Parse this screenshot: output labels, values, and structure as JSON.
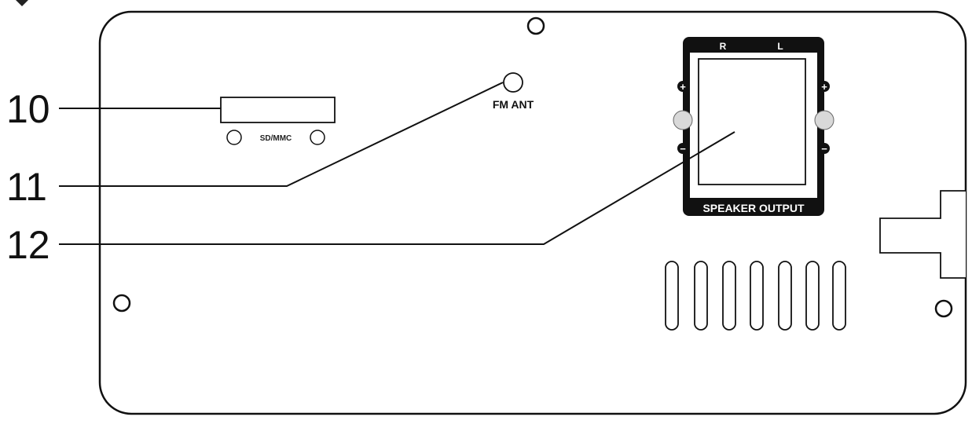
{
  "callouts": [
    {
      "number": "10"
    },
    {
      "number": "11"
    },
    {
      "number": "12"
    }
  ],
  "labels": {
    "sd_slot": "SD/MMC",
    "fm_antenna": "FM ANT",
    "channel_right": "R",
    "channel_left": "L",
    "speaker_output": "SPEAKER OUTPUT",
    "plus": "+",
    "minus": "−"
  },
  "colors": {
    "line": "#111111",
    "panel_bg": "#ffffff",
    "terminal_fill": "#d9d9d9"
  }
}
